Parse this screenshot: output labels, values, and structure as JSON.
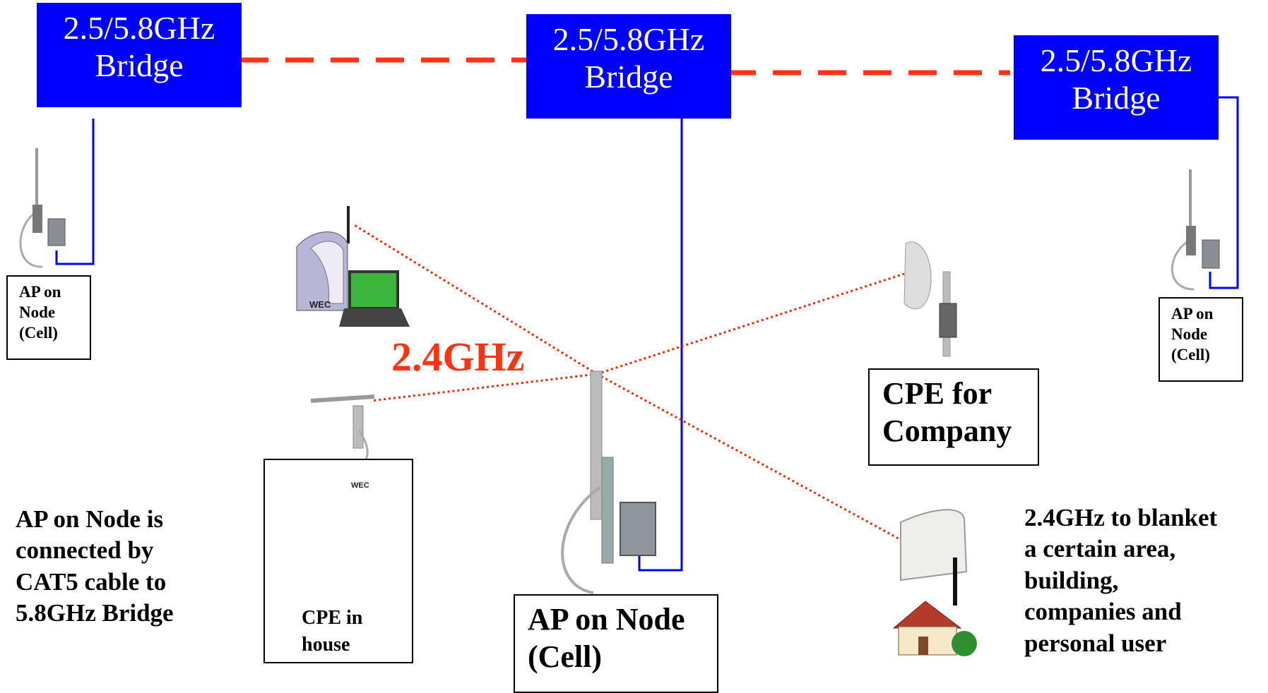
{
  "bridges": [
    {
      "line1": "2.5/5.8GHz",
      "line2": "Bridge"
    },
    {
      "line1": "2.5/5.8GHz",
      "line2": "Bridge"
    },
    {
      "line1": "2.5/5.8GHz",
      "line2": "Bridge"
    }
  ],
  "ap_left": {
    "line1": "AP on",
    "line2": "Node",
    "line3": "(Cell)"
  },
  "ap_right": {
    "line1": "AP on",
    "line2": "Node",
    "line3": "(Cell)"
  },
  "ap_center": {
    "line1": "AP on Node",
    "line2": "(Cell)"
  },
  "cpe_company": {
    "line1": "CPE for",
    "line2": "Company"
  },
  "cpe_house": {
    "line1": "CPE in",
    "line2": "house"
  },
  "frequency_label": "2.4GHz",
  "wec_label_1": "WEC",
  "wec_label_2": "WEC",
  "note_left": [
    "AP on Node is",
    "connected by",
    "CAT5 cable to",
    "5.8GHz Bridge"
  ],
  "note_right": [
    "2.4GHz to blanket",
    "a certain area,",
    "building,",
    "companies and",
    "personal user"
  ],
  "colors": {
    "bridge": "#0000ff",
    "cable": "#0000ff",
    "bridge_link": "#ff3311",
    "wireless_link": "#ff2200",
    "text": "#000000"
  }
}
